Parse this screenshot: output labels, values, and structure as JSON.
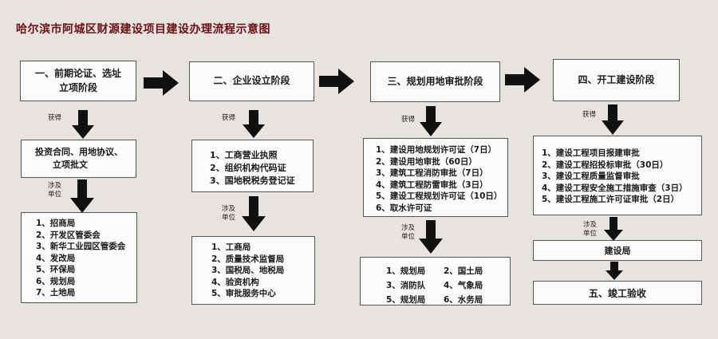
{
  "title": "哈尔滨市阿城区财源建设项目建设办理流程示意图",
  "labels": {
    "obtain": "获得",
    "involved": [
      "涉及",
      "单位"
    ]
  },
  "stage1": {
    "header": [
      "一、前期论证、选址",
      "立项阶段"
    ],
    "obtained": [
      "投资合同、用地协议、",
      "立项批文"
    ],
    "units": [
      "1、招商局",
      "2、开发区管委会",
      "3、新华工业园区管委会",
      "4、发改局",
      "5、环保局",
      "6、规划局",
      "7、土地局"
    ]
  },
  "stage2": {
    "header": [
      "二、企业设立阶段"
    ],
    "obtained": [
      "1、工商营业执照",
      "2、组织机构代码证",
      "3、国地税税务登记证"
    ],
    "units": [
      "1、工商局",
      "2、质量技术监督局",
      "3、国税局、地税局",
      "4、验资机构",
      "5、审批服务中心"
    ]
  },
  "stage3": {
    "header": [
      "三、规划用地审批阶段"
    ],
    "obtained": [
      "1、建设用地规划许可证（7日）",
      "2、建设用地审批（60日）",
      "3、建筑工程消防审批（7日）",
      "4、建筑工程防雷审批（3日）",
      "5、建设工程规划许可证（10日）",
      "6、取水许可证"
    ],
    "units": [
      "1、规划局",
      "2、国土局",
      "3、消防队",
      "4、气象局",
      "5、规划局",
      "6、水务局"
    ]
  },
  "stage4": {
    "header": [
      "四、开工建设阶段"
    ],
    "obtained": [
      "1、建设工程项目报建审批",
      "2、建设工程招投标审批（30日）",
      "3、建设工程质量监督审批",
      "4、建设工程安全施工措施审查（3日）",
      "5、建设工程施工许可证审批（2日）"
    ],
    "units": [
      "建设局"
    ],
    "final": [
      "五、竣工验收"
    ]
  }
}
